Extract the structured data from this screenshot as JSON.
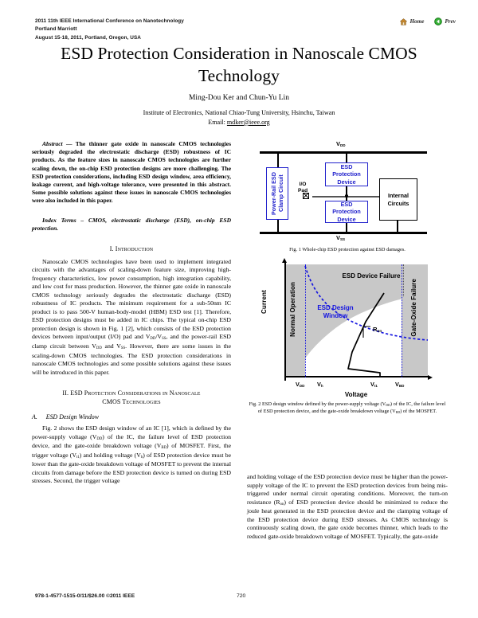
{
  "header": {
    "conference_line1": "2011 11th IEEE International Conference on Nanotechnology",
    "conference_line2": "Portland Marriott",
    "conference_line3": "August 15-18, 2011, Portland, Oregon, USA",
    "nav": [
      {
        "label": "Home",
        "icon": "home-icon"
      },
      {
        "label": "Prev",
        "icon": "previous-arrow-icon"
      }
    ]
  },
  "title": "ESD Protection Consideration in Nanoscale CMOS Technology",
  "authors": "Ming-Dou Ker and Chun-Yu Lin",
  "affiliation": "Institute of Electronics, National Chiao-Tung University, Hsinchu, Taiwan",
  "email_prefix": "Email: ",
  "email": "mdker@ieee.org",
  "abstract": {
    "lead": "Abstract",
    "dash": " — ",
    "text": "The thinner gate oxide in nanoscale CMOS technologies seriously degraded the electrostatic discharge (ESD) robustness of IC products. As the feature sizes in nanoscale CMOS technologies are further scaling down, the on-chip ESD protection designs are more challenging. The ESD protection considerations, including ESD design window, area efficiency, leakage current, and high-voltage tolerance, were presented in this abstract. Some possible solutions against these issues in nanoscale CMOS technologies were also included in this paper."
  },
  "index_terms": {
    "lead": "Index Terms",
    "dash": " – ",
    "text": "CMOS, electrostatic discharge (ESD), on-chip ESD protection."
  },
  "sections": {
    "intro_heading": "I.  Introduction",
    "intro_para_a": "Nanoscale CMOS technologies have been used to implement integrated circuits with the advantages of scaling-down feature size, improving high-frequency characteristics, low power consumption, high integration capability, and low cost for mass production. However, the thinner gate oxide in nanoscale CMOS technology seriously degrades the electrostatic discharge (ESD) robustness of IC products. The minimum requirement for a sub-50nm IC product is to pass 500-V human-body-model (HBM) ESD test [1]. Therefore, ESD protection designs must be added in IC chips. The typical on-chip ESD protection design is shown in Fig. 1 [2], which consists of the ESD protection devices between input/output (I/O) pad and V",
    "intro_para_b": ", and the power-rail ESD clamp circuit between V",
    "intro_para_c": ". However, there are some issues in the scaling-down CMOS technologies. The ESD protection considerations in nanoscale CMOS technologies and some possible solutions against these issues will be introduced in this paper.",
    "sec2_heading_line1": "II.  ESD Protection Considerations in Nanoscale",
    "sec2_heading_line2": "CMOS Technologies",
    "subsec_label": "A.",
    "subsec_title": "ESD Design Window",
    "design_window_para_1": "Fig. 2 shows the ESD design window of an IC [1], which is defined by the power-supply voltage (V",
    "design_window_para_2": ") of the IC, the failure level of ESD protection device, and the gate-oxide breakdown voltage (V",
    "design_window_para_3": ") of MOSFET. First, the trigger voltage (V",
    "design_window_para_4": ") and holding voltage (V",
    "design_window_para_5": ") of ESD protection device must be lower than the gate-oxide breakdown voltage of MOSFET to prevent the internal circuits from damage before the ESD protection device is turned on during ESD stresses. Second, the trigger voltage",
    "right_col_para_1": "and holding voltage of the ESD protection device must be higher than the power-supply voltage of the IC to prevent the ESD protection devices from being mis-triggered under normal circuit operating conditions. Moreover, the turn-on resistance (R",
    "right_col_para_2": ") of ESD protection device should be minimized to reduce the joule heat generated in the ESD protection device and the clamping voltage of the ESD protection device during ESD stresses. As CMOS technology is continuously scaling down, the gate oxide becomes thinner, which leads to the reduced gate-oxide breakdown voltage of MOSFET. Typically, the gate-oxide"
  },
  "figure1": {
    "caption": "Fig. 1  Whole-chip ESD protection against ESD damages.",
    "vdd_label": "V",
    "vdd_sub": "DD",
    "vss_label": "V",
    "vss_sub": "SS",
    "clamp_block": "Power-Rail ESD Clamp Circuit",
    "esd_block_top": "ESD Protection Device",
    "esd_block_bottom": "ESD Protection Device",
    "internal_block": "Internal Circuits",
    "io_pad_label_line1": "I/O",
    "io_pad_label_line2": "Pad",
    "block_color": "#2222cc"
  },
  "figure2": {
    "caption": "Fig. 2  ESD design window defined by the power-supply voltage (VDD) of the IC, the failure level of ESD protection device, and the gate-oxide breakdown voltage (VBD) of the MOSFET.",
    "caption_line1": "Fig. 2  ESD design window defined by the power-supply voltage (V",
    "caption_line1_sub": "DD",
    "caption_line1_end": ") of",
    "caption_line2": "the IC, the failure level of ESD protection device, and the gate-oxide",
    "caption_line3a": "breakdown voltage (V",
    "caption_line3_sub": "BD",
    "caption_line3b": ") of the MOSFET."
  },
  "chart_data": {
    "type": "line",
    "title": "ESD Design Window",
    "xlabel": "Voltage",
    "ylabel": "Current",
    "grid": false,
    "legend": "none",
    "xtick_labels": [
      "V_DD",
      "V_h",
      "V_t1",
      "V_BD"
    ],
    "xtick_display": [
      {
        "base": "V",
        "sub": "DD"
      },
      {
        "base": "V",
        "sub": "h"
      },
      {
        "base": "V",
        "sub": "t1"
      },
      {
        "base": "V",
        "sub": "BD"
      }
    ],
    "xtick_positions_pct": [
      14,
      30,
      66,
      83
    ],
    "regions": [
      {
        "name": "Normal Operation",
        "shade": "#c8c8c8",
        "x_from_pct": 0,
        "x_to_pct": 14,
        "orientation": "vertical"
      },
      {
        "name": "ESD Design Window",
        "shade": "#ffffff",
        "x_from_pct": 14,
        "x_to_pct": 83,
        "color": "#1414e0"
      },
      {
        "name": "Gate-Oxide Failure",
        "shade": "#c8c8c8",
        "x_from_pct": 83,
        "x_to_pct": 100,
        "orientation": "vertical"
      },
      {
        "name": "ESD Device Failure",
        "shade": "#c8c8c8",
        "note": "upper region above the dashed failure curve"
      }
    ],
    "annotations": [
      {
        "label": "R_on",
        "display_base": "R",
        "display_sub": "on",
        "note": "turn-on resistance slope of the ESD device I-V curve"
      }
    ],
    "series": [
      {
        "name": "ESD device failure boundary",
        "style": "dashed",
        "color": "#1414e0",
        "points": [
          [
            14,
            100
          ],
          [
            26,
            72
          ],
          [
            40,
            52
          ],
          [
            55,
            38
          ],
          [
            70,
            29
          ],
          [
            83,
            25
          ]
        ]
      },
      {
        "name": "ESD device snapback I-V curve",
        "style": "solid",
        "color": "#000000",
        "points": [
          [
            66,
            2
          ],
          [
            66,
            6
          ],
          [
            46,
            9
          ],
          [
            48,
            24
          ],
          [
            58,
            52
          ],
          [
            70,
            74
          ]
        ]
      }
    ],
    "boundaries": [
      {
        "name": "V_DD boundary",
        "x_pct": 14,
        "style": "dotted",
        "color": "#1414e0"
      },
      {
        "name": "V_BD boundary",
        "x_pct": 83,
        "style": "dotted",
        "color": "#1414e0"
      },
      {
        "name": "ESD device failure vertical",
        "x_pct": 83,
        "style": "dotted",
        "color": "#555555"
      }
    ]
  },
  "footer": {
    "isbn": "978-1-4577-1515-0/11/$26.00 ©2011 IEEE",
    "page": "720"
  }
}
